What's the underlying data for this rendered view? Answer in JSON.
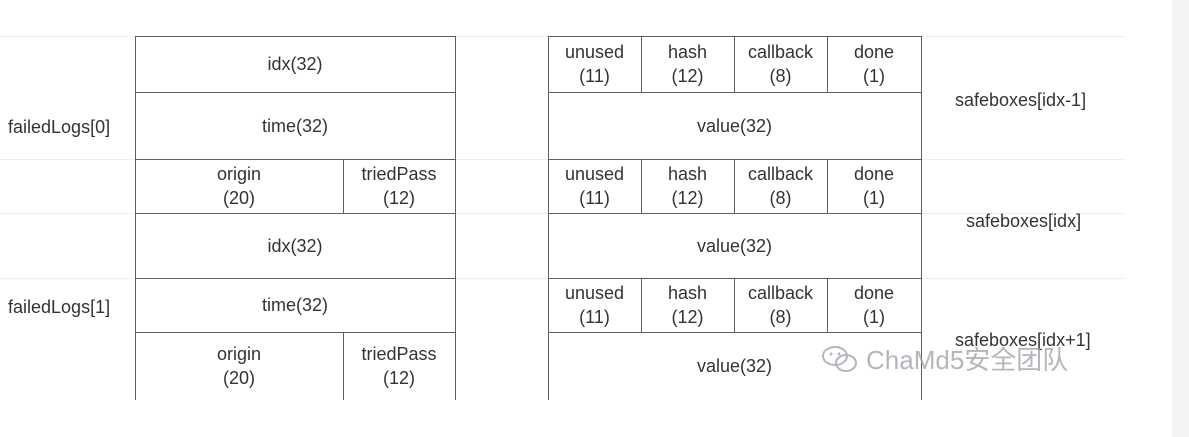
{
  "left_structs": [
    {
      "label": "failedLogs[0]",
      "idx": "idx(32)",
      "time": "time(32)",
      "origin": "origin\n(20)",
      "triedPass": "triedPass\n(12)"
    },
    {
      "label": "failedLogs[1]",
      "idx": "idx(32)",
      "time": "time(32)",
      "origin": "origin\n(20)",
      "triedPass": "triedPass\n(12)"
    }
  ],
  "right_slots": {
    "flags": {
      "unused": "unused\n(11)",
      "hash": "hash\n(12)",
      "callback": "callback\n(8)",
      "done": "done\n(1)"
    },
    "value": "value(32)",
    "labels": [
      "safeboxes[idx-1]",
      "safeboxes[idx]",
      "safeboxes[idx+1]"
    ]
  },
  "watermark": {
    "text": "ChaMd5安全团队",
    "icon": "wechat-icon"
  },
  "colors": {
    "border": "#5f5f5f",
    "text": "#333333",
    "gridline": "#eeeeee",
    "scrollbar": "#f3f3f3"
  }
}
